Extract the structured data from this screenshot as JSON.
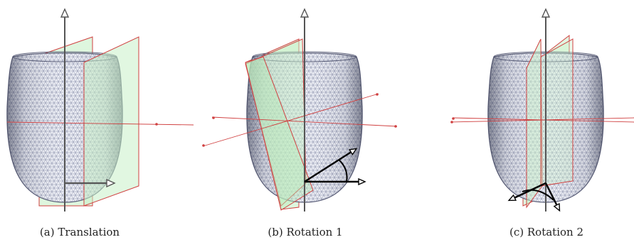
{
  "panels": [
    {
      "caption": "(a)  Translation"
    },
    {
      "caption": "(b)  Rotation 1"
    },
    {
      "caption": "(c)  Rotation 2"
    }
  ],
  "colors": {
    "mesh_stroke": "#7a7f9a",
    "mesh_fill": "#e9ebf3",
    "plane_fill": "#c8f0c8",
    "plane_edge": "#d04040",
    "axis": "#555555",
    "arrow": "#000000"
  }
}
